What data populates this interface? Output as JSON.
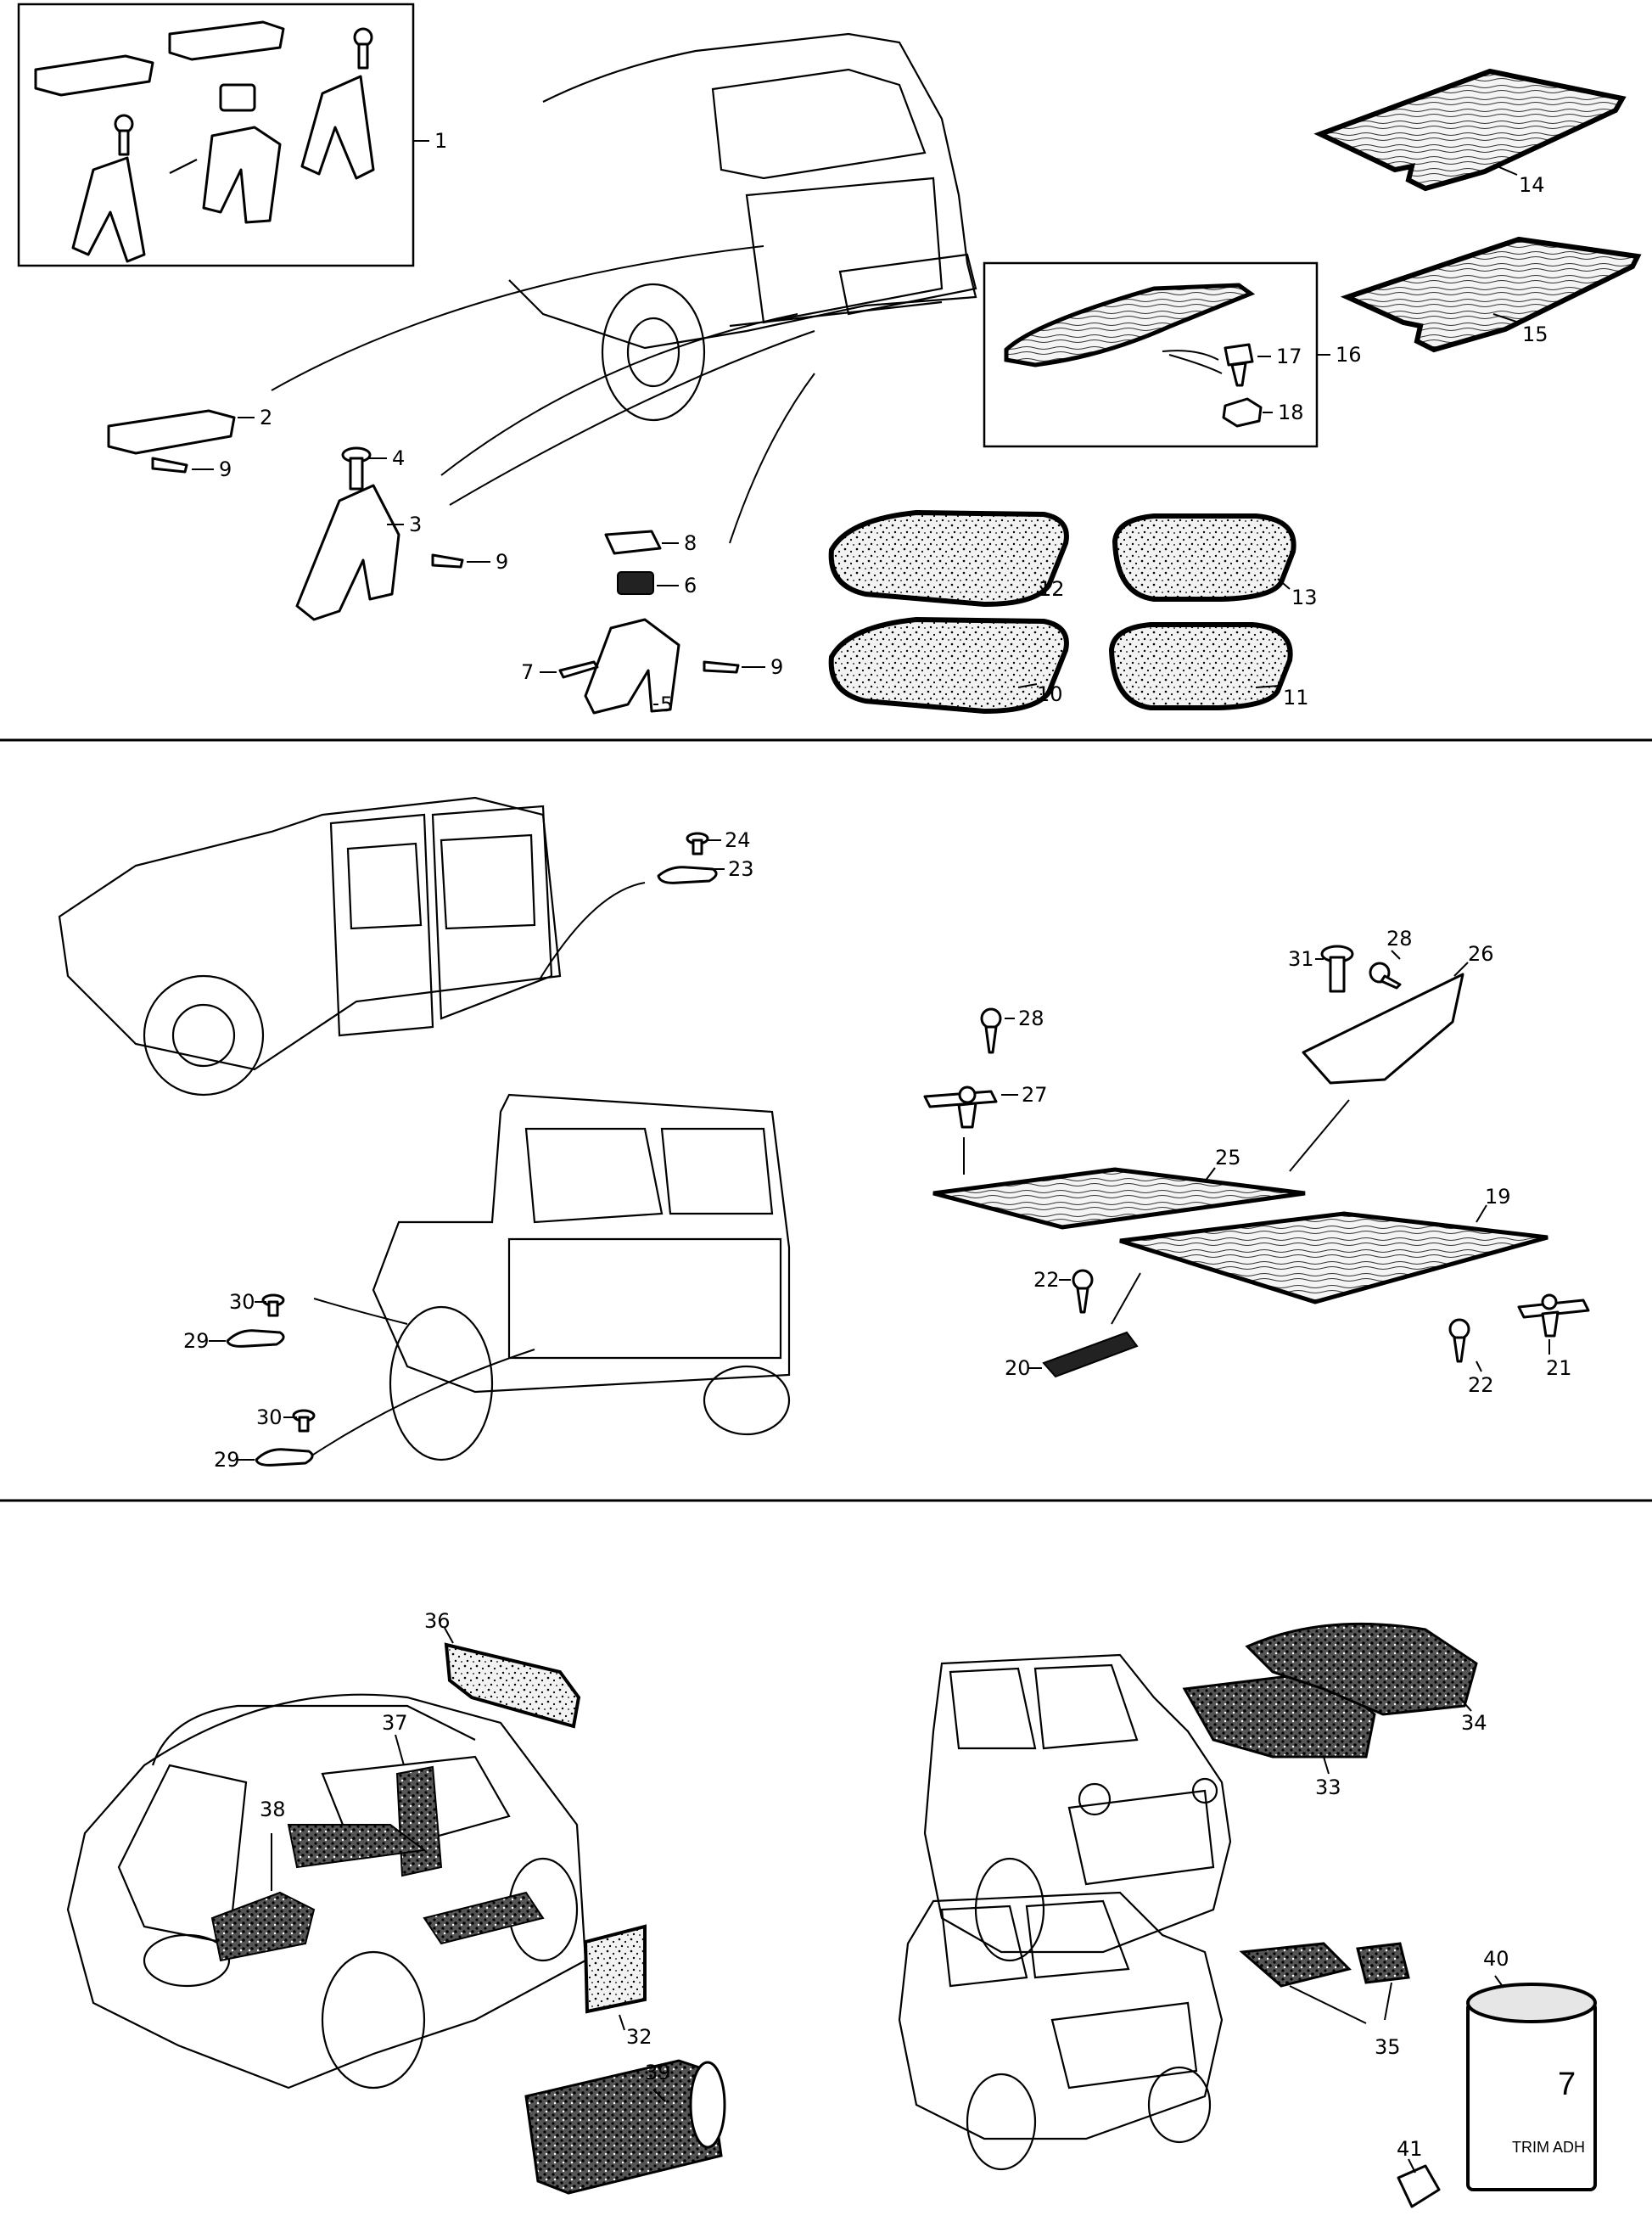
{
  "labels": {
    "l1": "1",
    "l2": "2",
    "l3": "3",
    "l4": "4",
    "l5": "5",
    "l6": "6",
    "l7": "7",
    "l8": "8",
    "l9a": "9",
    "l9b": "9",
    "l9c": "9",
    "l10": "10",
    "l11": "11",
    "l12": "12",
    "l13": "13",
    "l14": "14",
    "l15": "15",
    "l16": "16",
    "l17": "17",
    "l18": "18",
    "l19": "19",
    "l20": "20",
    "l21": "21",
    "l22a": "22",
    "l22b": "22",
    "l23": "23",
    "l24": "24",
    "l25": "25",
    "l26": "26",
    "l27": "27",
    "l28a": "28",
    "l28b": "28",
    "l29a": "29",
    "l29b": "29",
    "l30a": "30",
    "l30b": "30",
    "l31": "31",
    "l32": "32",
    "l33": "33",
    "l34": "34",
    "l35": "35",
    "l36": "36",
    "l37": "37",
    "l38": "38",
    "l39": "39",
    "l40": "40",
    "l41": "41"
  },
  "tin_text": "TRIM ADH"
}
